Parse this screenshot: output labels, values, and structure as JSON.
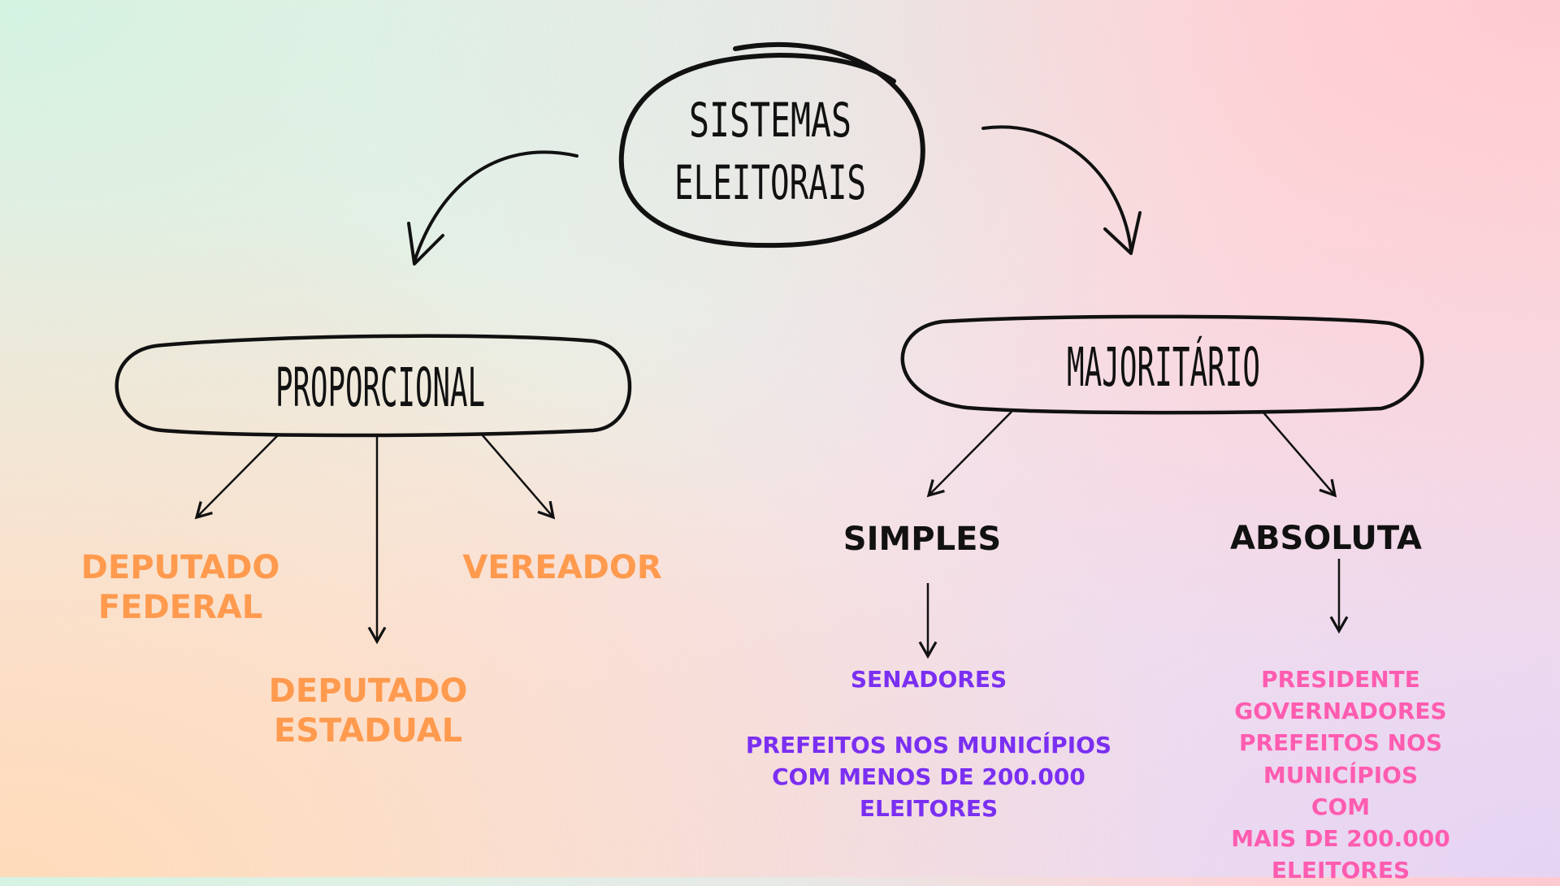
{
  "root": {
    "line1": "SISTEMAS",
    "line2": "ELEITORAIS"
  },
  "proporcional": {
    "title": "PROPORCIONAL",
    "items": [
      "DEPUTADO\nFEDERAL",
      "DEPUTADO\nESTADUAL",
      "VEREADOR"
    ]
  },
  "majoritario": {
    "title": "MAJORITÁRIO",
    "simples": {
      "title": "SIMPLES",
      "line1": "SENADORES",
      "line2": "PREFEITOS NOS MUNICÍPIOS\nCOM MENOS DE 200.000\nELEITORES"
    },
    "absoluta": {
      "title": "ABSOLUTA",
      "text": "PRESIDENTE\nGOVERNADORES\nPREFEITOS NOS MUNICÍPIOS COM\nMAIS DE 200.000 ELEITORES"
    }
  },
  "colors": {
    "orange": "#ff9a4e",
    "purple": "#7a2ff2",
    "pink": "#ff5cb0",
    "ink": "#111111"
  }
}
